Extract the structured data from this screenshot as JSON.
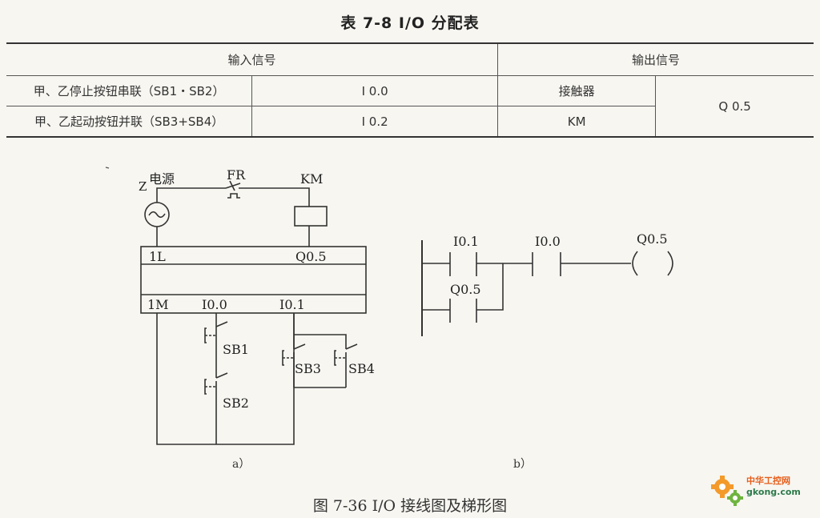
{
  "table": {
    "title": "表 7-8   I/O 分配表",
    "header_input": "输入信号",
    "header_output": "输出信号",
    "rows": [
      {
        "desc": "甲、乙停止按钮串联（SB1・SB2）",
        "addr": "I 0.0"
      },
      {
        "desc": "甲、乙起动按钮并联（SB3+SB4）",
        "addr": "I 0.2"
      }
    ],
    "output_device_line1": "接触器",
    "output_device_line2": "KM",
    "output_addr": "Q 0.5"
  },
  "wiring": {
    "z_label": "Z",
    "source_label": "电源",
    "fr_label": "FR",
    "km_label": "KM",
    "terminal_1l": "1L",
    "terminal_q05": "Q0.5",
    "terminal_1m": "1M",
    "terminal_i00": "I0.0",
    "terminal_i01": "I0.1",
    "sb1": "SB1",
    "sb2": "SB2",
    "sb3": "SB3",
    "sb4": "SB4",
    "sublabel": "a）"
  },
  "ladder": {
    "contact1": "I0.1",
    "contact2": "I0.0",
    "contact3": "Q0.5",
    "coil": "Q0.5",
    "sublabel": "b）"
  },
  "figure_caption": "图 7-36   I/O 接线图及梯形图",
  "logo": {
    "line1": "中华工控网",
    "line2": "gkong.com"
  }
}
